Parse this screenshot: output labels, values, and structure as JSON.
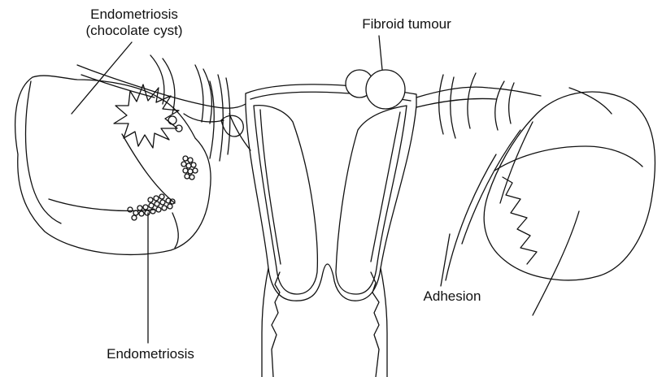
{
  "labels": {
    "endometriosis_cyst_line1": "Endometriosis",
    "endometriosis_cyst_line2": "(chocolate cyst)",
    "fibroid": "Fibroid tumour",
    "adhesion": "Adhesion",
    "endometriosis": "Endometriosis"
  },
  "colors": {
    "ink": "#111111",
    "background": "#ffffff"
  }
}
